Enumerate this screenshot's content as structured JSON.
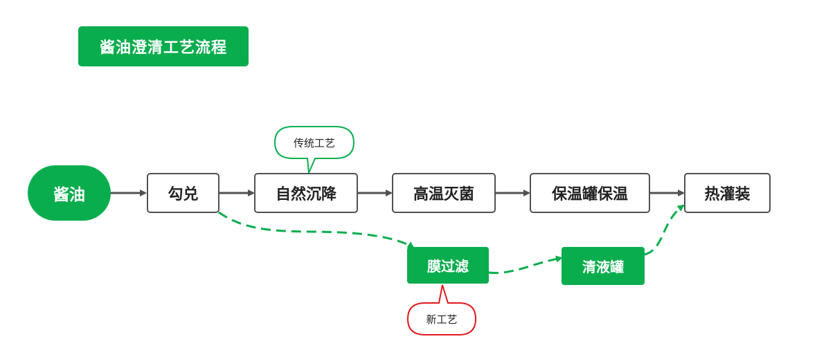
{
  "title": "酱油澄清工艺流程",
  "nodes": {
    "start": "酱油",
    "blend": "勾兑",
    "settle": "自然沉降",
    "sterilize": "高温灭菌",
    "hold": "保温罐保温",
    "fill": "热灌装",
    "membrane": "膜过滤",
    "clear_tank": "清液罐"
  },
  "callouts": {
    "traditional": "传统工艺",
    "new": "新工艺"
  },
  "colors": {
    "green": "#0aad4e",
    "box_border": "#505050",
    "traditional_callout_border": "#0aad4e",
    "new_callout_border": "#e0191d"
  }
}
